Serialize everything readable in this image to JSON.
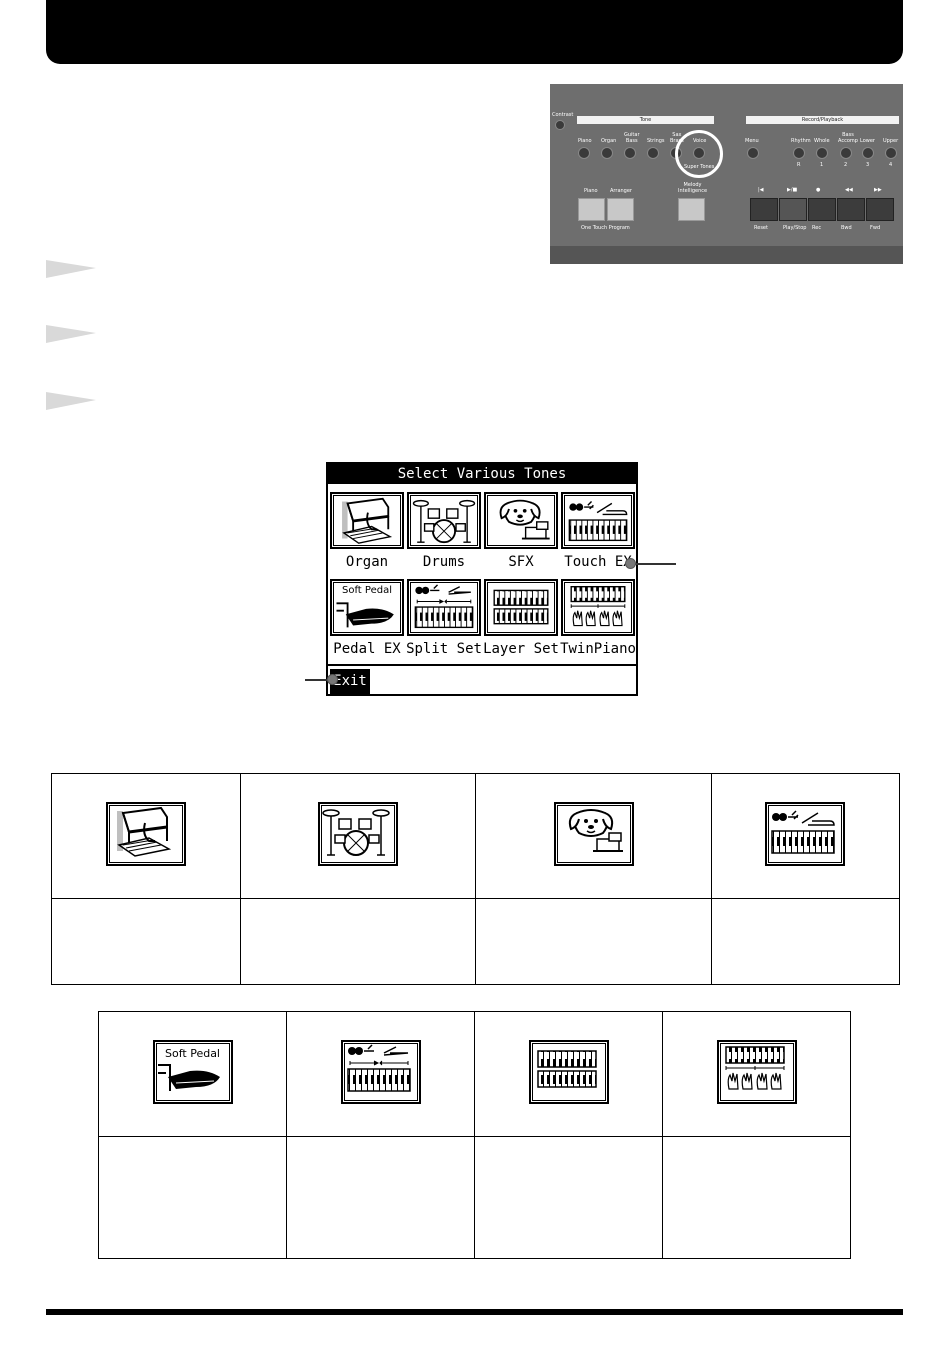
{
  "panel": {
    "contrast_label": "Contrast",
    "tone_header": "Tone",
    "tone_buttons": [
      "Piano",
      "Organ",
      "Guitar\nBass",
      "Strings",
      "Sax\nBrass",
      "Voice"
    ],
    "super_tones_label": "Super Tones",
    "melody_label": "Melody\nIntelligence",
    "one_touch_buttons": [
      "Piano",
      "Arranger"
    ],
    "one_touch_label": "One Touch Program",
    "record_header": "Record/Playback",
    "record_buttons": [
      "Menu",
      "Rhythm",
      "Whole",
      "Bass\nAccomp",
      "Lower",
      "Upper"
    ],
    "record_numbers": [
      "R",
      "1",
      "2",
      "3",
      "4"
    ],
    "transport_labels": [
      "Reset",
      "Play/Stop",
      "Rec",
      "Bwd",
      "Fwd"
    ]
  },
  "lcd": {
    "title": "Select Various Tones",
    "tiles_row1": [
      "Organ",
      "Drums",
      "SFX",
      "Touch EX"
    ],
    "tiles_row2": [
      "Pedal EX",
      "Split Set",
      "Layer Set",
      "TwinPiano"
    ],
    "soft_pedal_text": "Soft Pedal",
    "exit_label": "Exit"
  },
  "table2": {
    "soft_pedal_text": "Soft Pedal"
  },
  "icons": [
    "organ-icon",
    "drums-icon",
    "sfx-dog-icon",
    "touch-ex-icon",
    "soft-pedal-icon",
    "split-set-icon",
    "layer-set-icon",
    "twin-piano-icon"
  ]
}
